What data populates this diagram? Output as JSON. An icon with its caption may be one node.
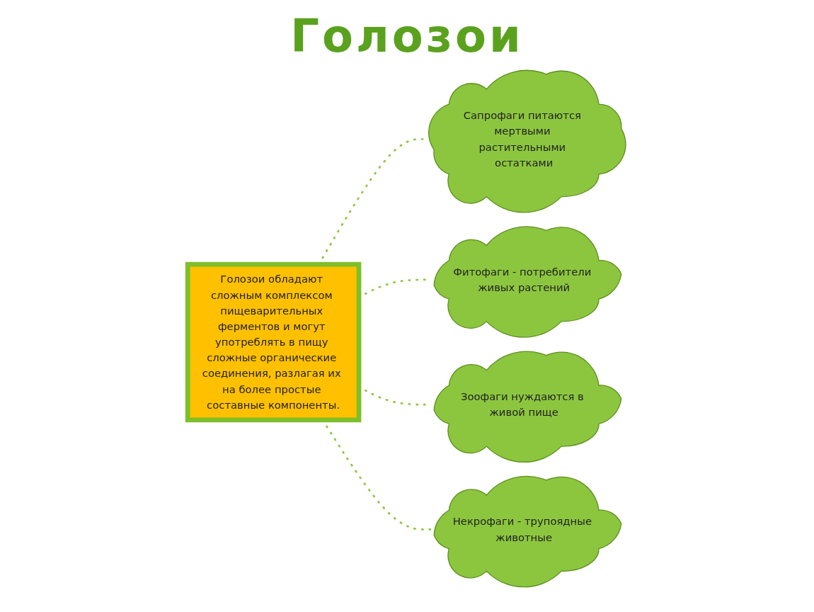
{
  "diagram": {
    "title": "Голозои",
    "nodes": [
      {
        "text": [
          "Голозои обладают сложным комплексом пищеварительных ферментов и могут употреблять в пищу сложные органические соединения, разлагая их на более простые составные компоненты."
        ]
      },
      {
        "text": [
          "Сапрофаги питаются мертвыми растительными остатками"
        ]
      },
      {
        "text": [
          "Фитофаги - потребители живых растений"
        ]
      },
      {
        "text": [
          "Зоофаги нуждаются в живой пище"
        ]
      },
      {
        "text": [
          "Некрофаги - трупоядные животные"
        ]
      }
    ],
    "edges": [
      {
        "from": 0,
        "to": 1,
        "arrow": "none",
        "style": "dashed"
      },
      {
        "from": 0,
        "to": 2,
        "arrow": "none",
        "style": "dashed"
      },
      {
        "from": 0,
        "to": 3,
        "arrow": "none",
        "style": "dashed"
      },
      {
        "from": 0,
        "to": 4,
        "arrow": "none",
        "style": "dashed"
      }
    ]
  }
}
